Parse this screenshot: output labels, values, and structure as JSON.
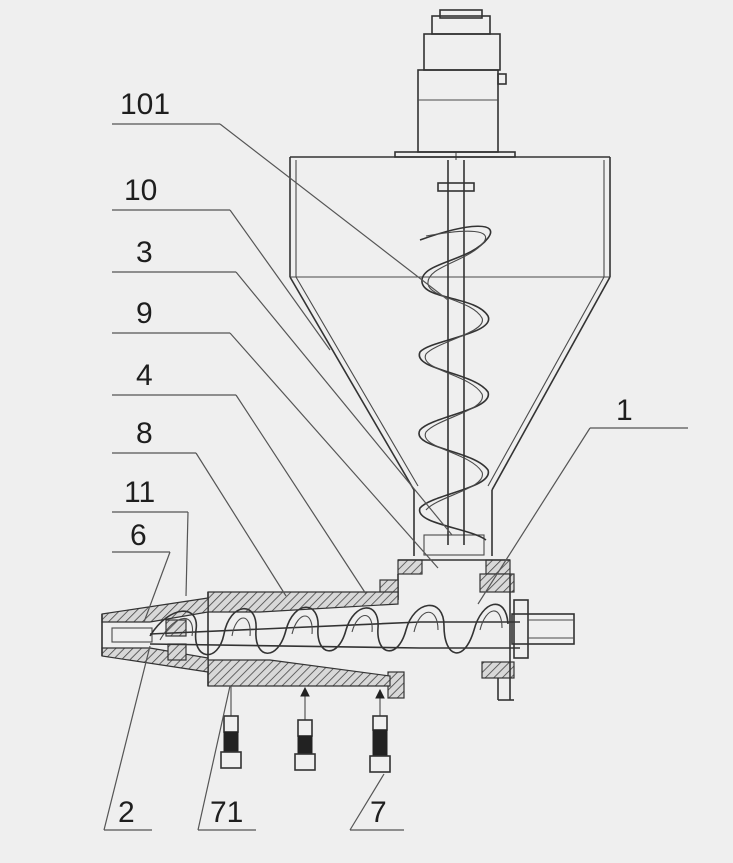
{
  "labels": {
    "l101": "101",
    "l10": "10",
    "l3": "3",
    "l9": "9",
    "l4": "4",
    "l8": "8",
    "l11": "11",
    "l6": "6",
    "l1": "1",
    "l2": "2",
    "l71": "71",
    "l7": "7"
  },
  "colors": {
    "line": "#333333",
    "background": "#efefef"
  }
}
